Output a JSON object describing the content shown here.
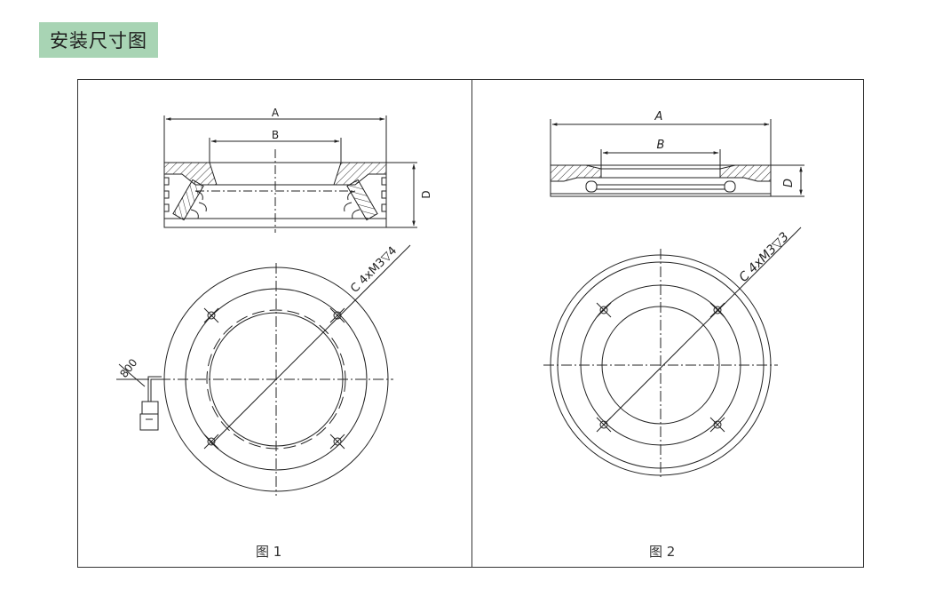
{
  "header": {
    "title": "安装尺寸图"
  },
  "figure1": {
    "caption": "图 1",
    "dim_a": "A",
    "dim_b": "B",
    "dim_d": "D",
    "hole_note": "C 4xM3▽4",
    "cable_length": "800"
  },
  "figure2": {
    "caption": "图 2",
    "dim_a": "A",
    "dim_b": "B",
    "dim_d": "D",
    "hole_note": "C 4xM3▽3"
  }
}
